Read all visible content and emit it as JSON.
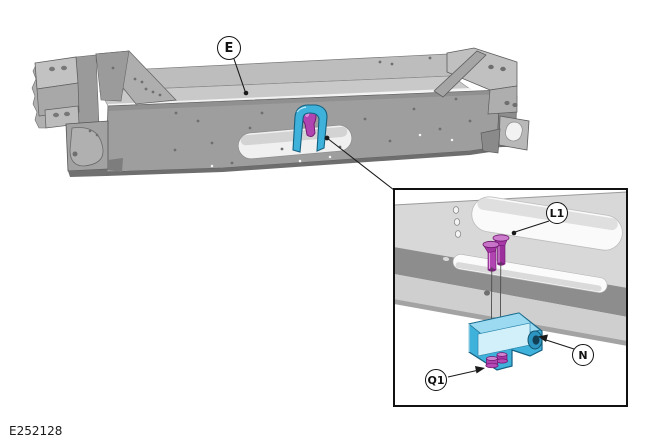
{
  "figure": {
    "code": "E252128"
  },
  "callouts": {
    "e": "E",
    "l1": "L1",
    "n": "N",
    "q1": "Q1"
  },
  "colors": {
    "highlight_cyan": "#3fb2dc",
    "highlight_magenta": "#b044b0",
    "beam_gray": "#9e9e9e",
    "outline_black": "#1a1a1a"
  }
}
